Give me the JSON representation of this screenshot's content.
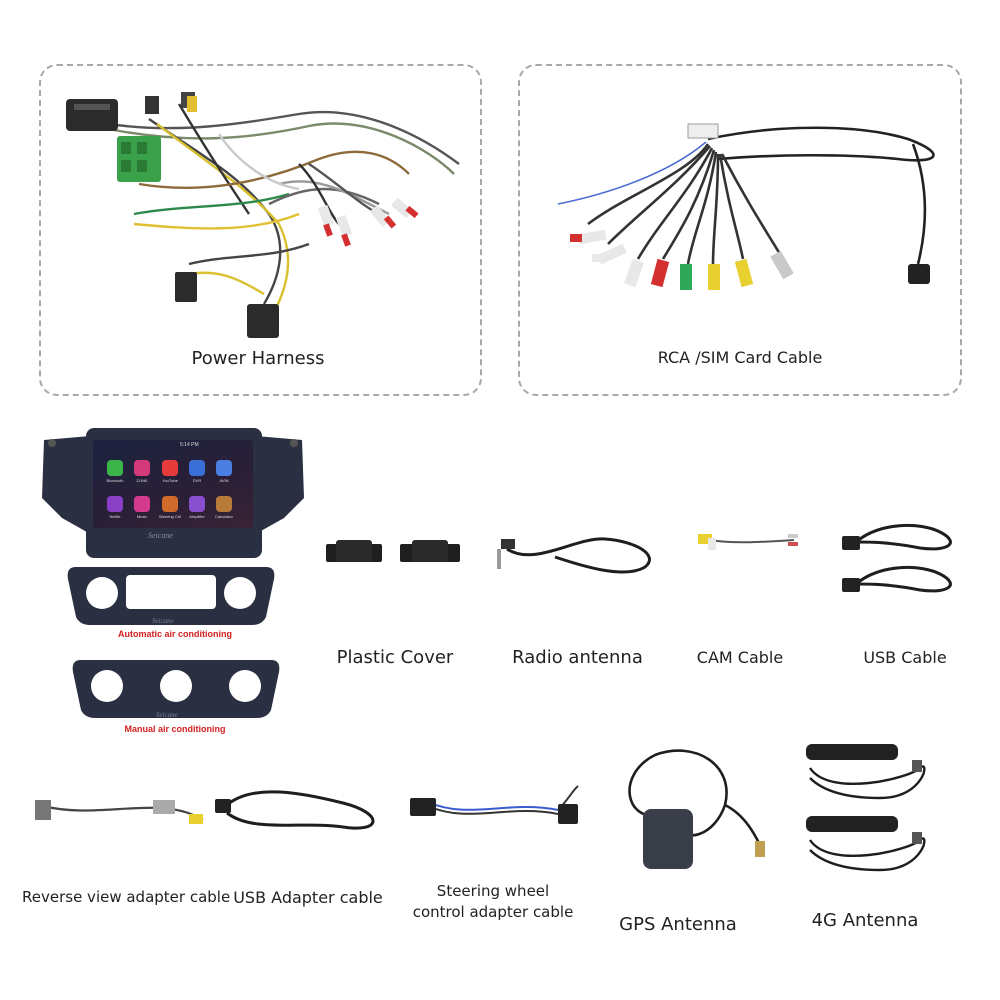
{
  "panels": {
    "power_harness": {
      "label": "Power Harness"
    },
    "rca_sim": {
      "label": "RCA /SIM Card Cable"
    }
  },
  "head_unit": {
    "brand": "Seicane",
    "status_time": "5:14 PM",
    "apps": [
      {
        "name": "Bluetooth",
        "color": "#3bb54a",
        "icon": "bluetooth-icon"
      },
      {
        "name": "ZLINK",
        "color": "#d43a7a",
        "icon": "zlink-icon"
      },
      {
        "name": "YouTube",
        "color": "#e53b3b",
        "icon": "youtube-icon"
      },
      {
        "name": "DVR",
        "color": "#3a6fd8",
        "icon": "dvr-icon"
      },
      {
        "name": "AVIN",
        "color": "#4a7ee0",
        "icon": "avin-icon"
      },
      {
        "name": "Netflix",
        "color": "#8a3fc6",
        "icon": "netflix-icon"
      },
      {
        "name": "Music",
        "color": "#d4398f",
        "icon": "music-icon"
      },
      {
        "name": "Steering Ctrl",
        "color": "#d06a2a",
        "icon": "steering-icon"
      },
      {
        "name": "Amplifier",
        "color": "#8a4fd0",
        "icon": "amplifier-icon"
      },
      {
        "name": "Calculator",
        "color": "#b77a3a",
        "icon": "calculator-icon"
      }
    ],
    "bezel_auto_caption": "Automatic air conditioning",
    "bezel_manual_caption": "Manual air conditioning",
    "bezel_brand": "Seicane"
  },
  "accessories_row1": [
    {
      "label": "Plastic Cover"
    },
    {
      "label": "Radio antenna"
    },
    {
      "label": "CAM Cable"
    },
    {
      "label": "USB Cable"
    }
  ],
  "accessories_row2": [
    {
      "label": "Reverse view adapter cable"
    },
    {
      "label": "USB Adapter cable"
    },
    {
      "label": "Steering wheel",
      "label2": "control adapter cable"
    },
    {
      "label": "GPS Antenna"
    },
    {
      "label": "4G Antenna"
    }
  ],
  "colors": {
    "dashed_border": "#a8a8a8",
    "caption_red": "#d21f1f",
    "bezel": "#2a3042"
  }
}
